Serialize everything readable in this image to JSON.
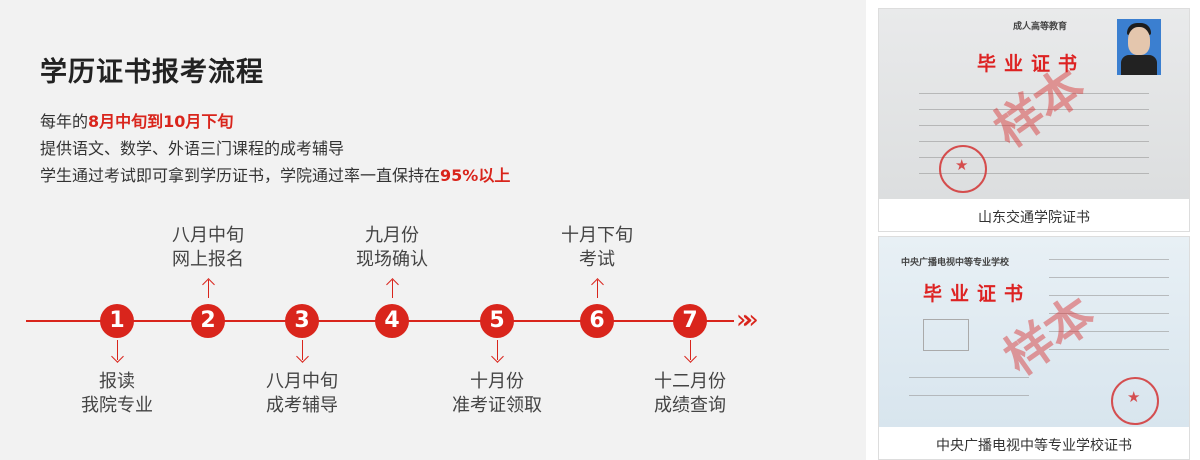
{
  "main": {
    "title": "学历证书报考流程",
    "intro": {
      "line1_prefix": "每年的",
      "line1_highlight": "8月中旬到10月下旬",
      "line2": "提供语文、数学、外语三门课程的成考辅导",
      "line3_prefix": "学生通过考试即可拿到学历证书，学院通过率一直保持在",
      "line3_highlight": "95%以上"
    },
    "accent_color": "#d9251c"
  },
  "timeline": {
    "steps": [
      {
        "number": "1",
        "line1": "报读",
        "line2": "我院专业",
        "position": "below"
      },
      {
        "number": "2",
        "line1": "八月中旬",
        "line2": "网上报名",
        "position": "above"
      },
      {
        "number": "3",
        "line1": "八月中旬",
        "line2": "成考辅导",
        "position": "below"
      },
      {
        "number": "4",
        "line1": "九月份",
        "line2": "现场确认",
        "position": "above"
      },
      {
        "number": "5",
        "line1": "十月份",
        "line2": "准考证领取",
        "position": "below"
      },
      {
        "number": "6",
        "line1": "十月下旬",
        "line2": "考试",
        "position": "above"
      },
      {
        "number": "7",
        "line1": "十二月份",
        "line2": "成绩查询",
        "position": "below"
      }
    ],
    "end_arrows": "»»"
  },
  "certificates": [
    {
      "caption": "山东交通学院证书",
      "header": "成人高等教育",
      "title": "毕业证书",
      "watermark": "样本"
    },
    {
      "caption": "中央广播电视中等专业学校证书",
      "header": "中央广播电视中等专业学校",
      "title": "毕业证书",
      "watermark": "样本"
    }
  ]
}
